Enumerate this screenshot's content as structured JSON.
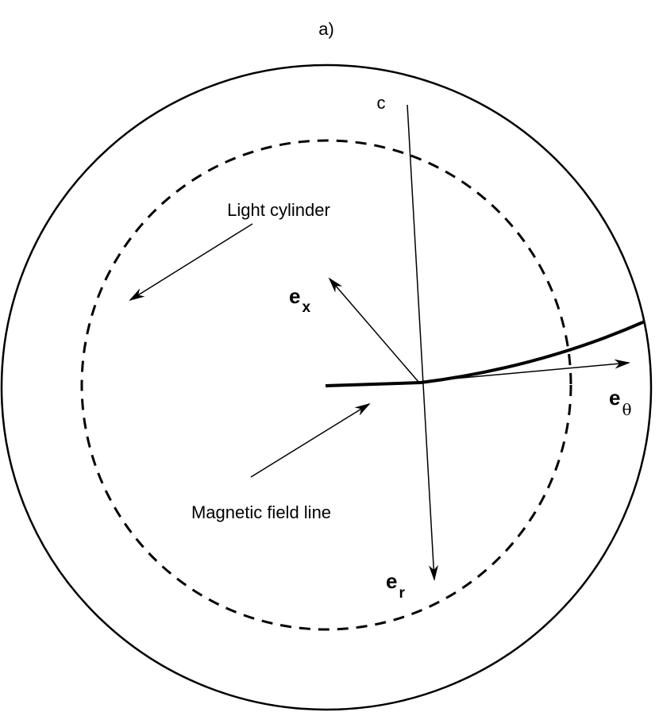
{
  "panel_label": "a)",
  "labels": {
    "c": "c",
    "light_cylinder": "Light cylinder",
    "magnetic_field_line": "Magnetic field line"
  },
  "vectors": {
    "e_x": {
      "base": "e",
      "sub": "x"
    },
    "e_theta": {
      "base": "e",
      "sub": "θ"
    },
    "e_r": {
      "base": "e",
      "sub": "r"
    }
  },
  "colors": {
    "ink": "#000000",
    "background": "#ffffff"
  }
}
